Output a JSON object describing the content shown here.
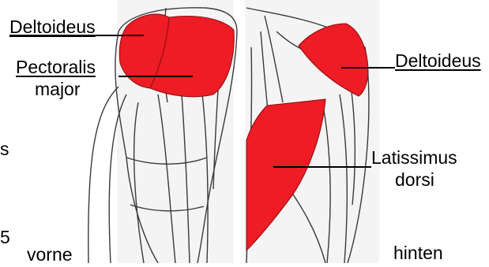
{
  "colors": {
    "muscle_highlight": "#ee1c24",
    "outline": "#3a3a3a",
    "shading": "#bdbdbd",
    "background": "#ffffff"
  },
  "labels": {
    "left_deltoid": "Deltoideus",
    "pectoralis_line1": "Pectoralis",
    "pectoralis_line2": "major",
    "right_deltoid": "Deltoideus",
    "latissimus_line1": "Latissimus",
    "latissimus_line2": "dorsi",
    "front_view": "vorne",
    "back_view": "hinten",
    "edge_char_1": "s",
    "edge_char_2": "5"
  }
}
